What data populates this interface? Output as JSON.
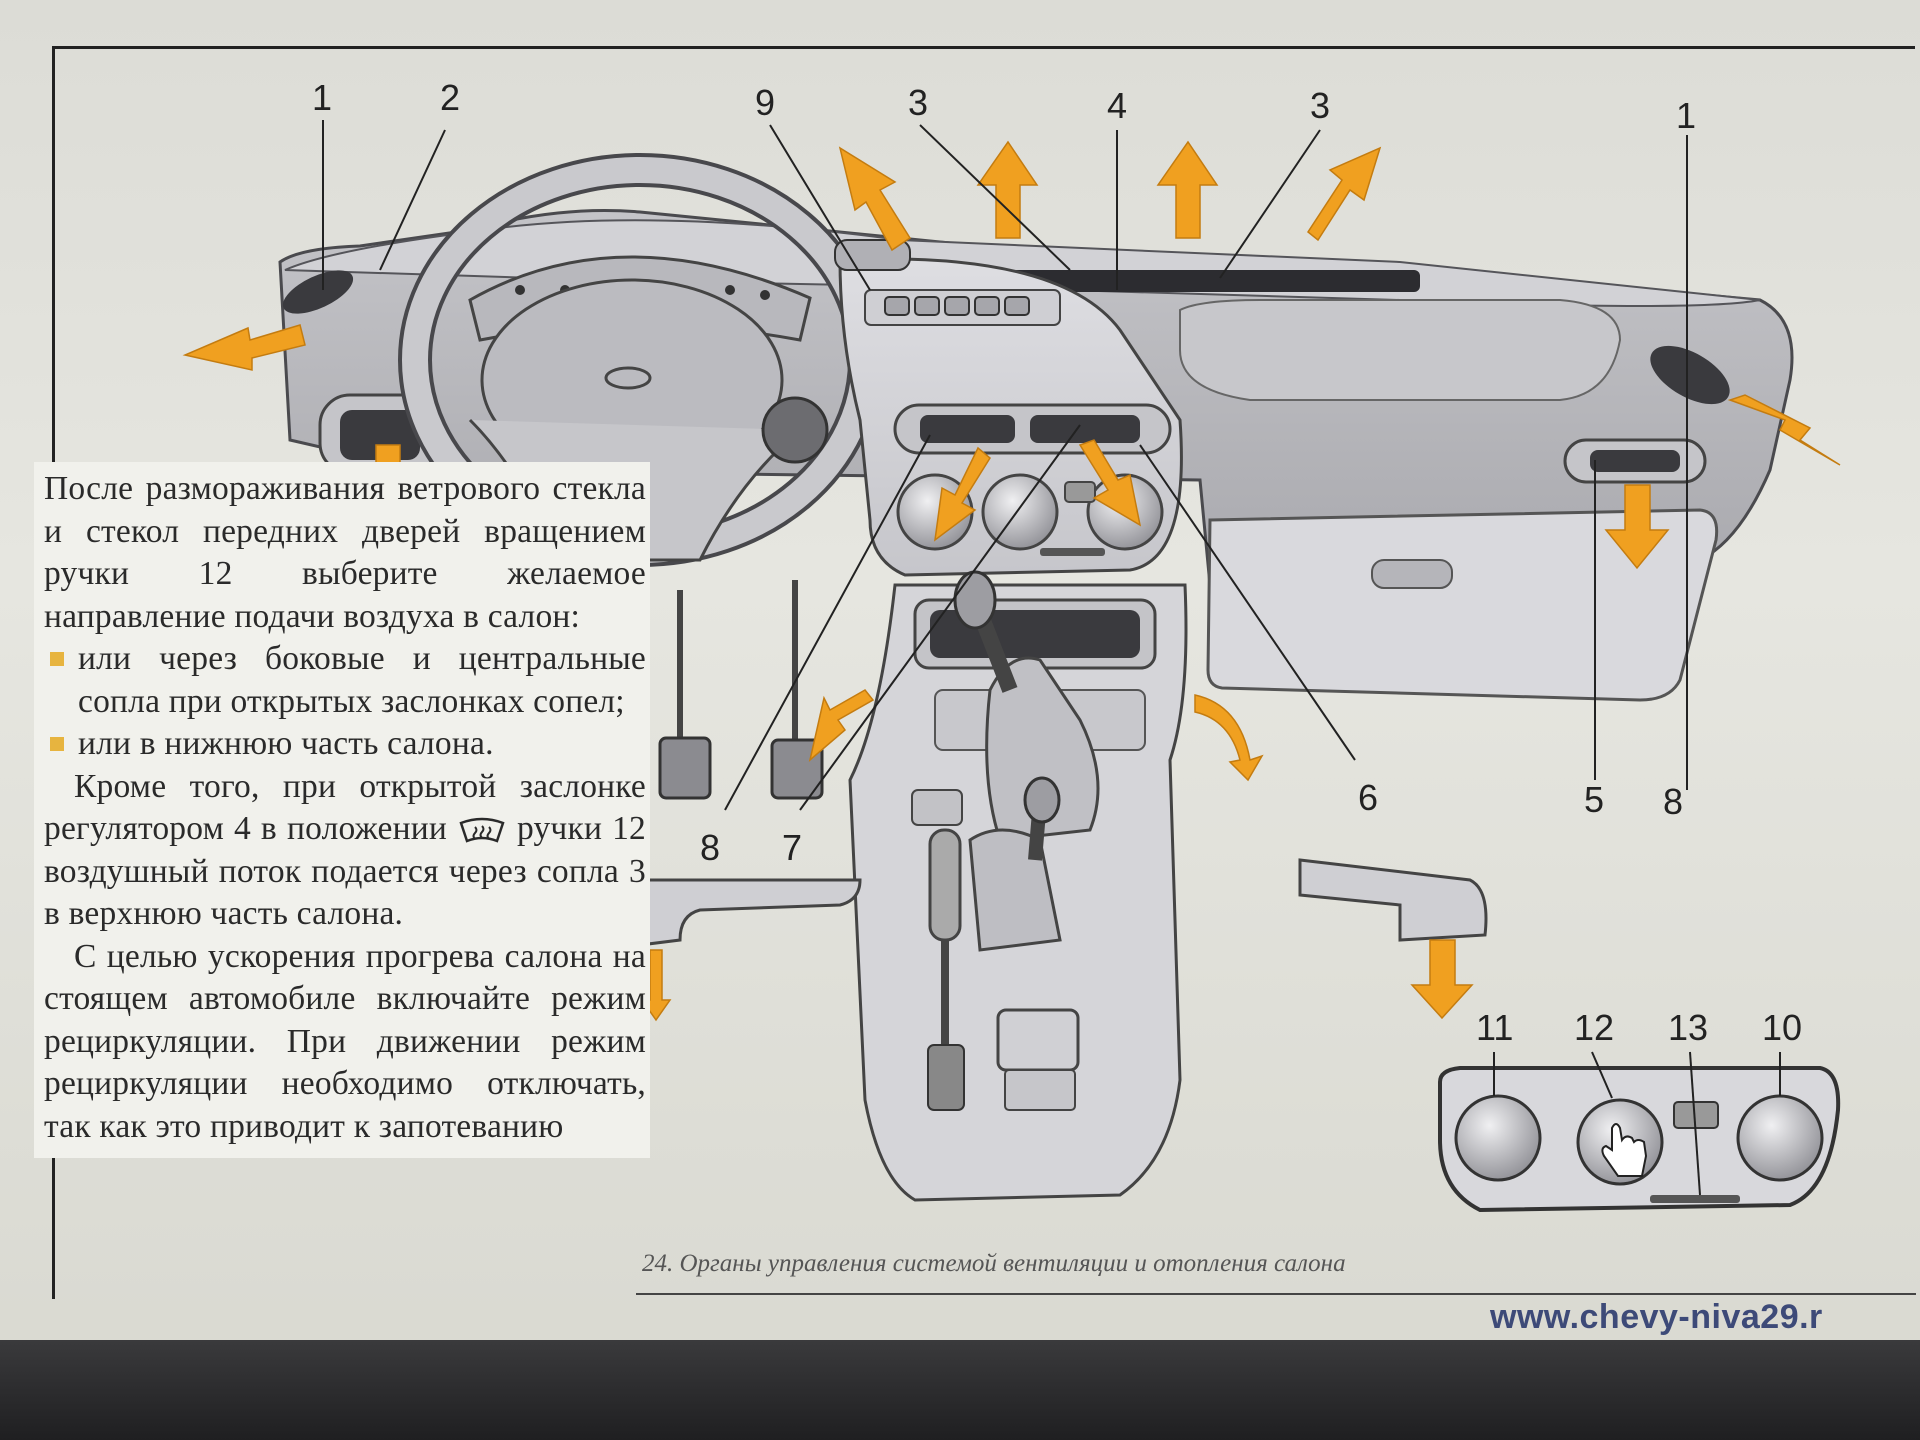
{
  "callouts": [
    "1",
    "2",
    "9",
    "3",
    "4",
    "3",
    "1",
    "8",
    "7",
    "6",
    "5",
    "8",
    "11",
    "12",
    "13",
    "10"
  ],
  "paragraph_1": "После размораживания ветрового стекла и стекол передних дверей вращением ручки 12 выберите желаемое направление подачи воздуха в салон:",
  "bullet_1": "или через боковые и центральные сопла при открытых заслонках сопел;",
  "bullet_2": "или в нижнюю часть салона.",
  "paragraph_2": "Кроме того, при открытой заслонке регулятором 4 в положении",
  "paragraph_2_end": "ручки 12 воздушный поток подается через сопла 3 в верхнюю часть салона.",
  "paragraph_3": "С целью ускорения прогрева салона на стоящем автомобиле включайте режим рециркуляции. При движении режим рециркуляции необходимо отключать, так как это приводит к запотеванию",
  "caption": "24. Органы управления системой вентиляции и отопления салона",
  "watermark": "www.chevy-niva29.r",
  "colors": {
    "arrow": "#f0a020",
    "dash": "#b9b9bd",
    "panel": "#d4d4d8",
    "bullet": "#e7b43f",
    "watermark": "#3d4a78"
  },
  "icons": [
    "windshield-defrost-icon",
    "hand-pointer-icon"
  ]
}
